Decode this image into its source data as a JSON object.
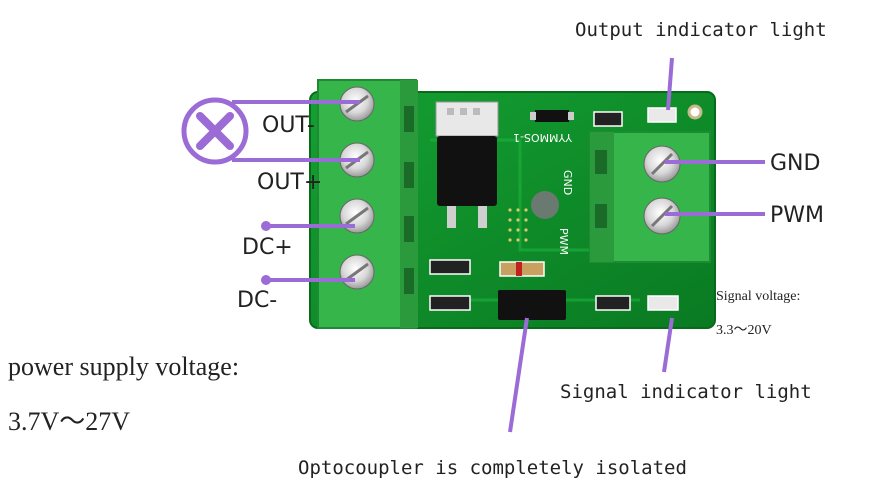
{
  "labels": {
    "output_indicator": "Output indicator light",
    "out_minus": "OUT-",
    "out_plus": "OUT+",
    "dc_plus": "DC+",
    "dc_minus": "DC-",
    "gnd": "GND",
    "pwm": "PWM",
    "signal_voltage_title": "Signal voltage:",
    "signal_voltage_value": "3.3～20V",
    "power_supply_title": "power supply voltage:",
    "power_supply_value": "3.7V～27V",
    "signal_indicator": "Signal indicator light",
    "optocoupler": "Optocoupler is completely isolated"
  },
  "board": {
    "silk_model": "YYMMOS-1",
    "silk_gnd": "GND",
    "silk_pwm": "PWM"
  },
  "colors": {
    "pcb": "#0f8f2a",
    "terminal": "#3fbf52",
    "callout": "#9b6bd6",
    "text": "#222222"
  }
}
